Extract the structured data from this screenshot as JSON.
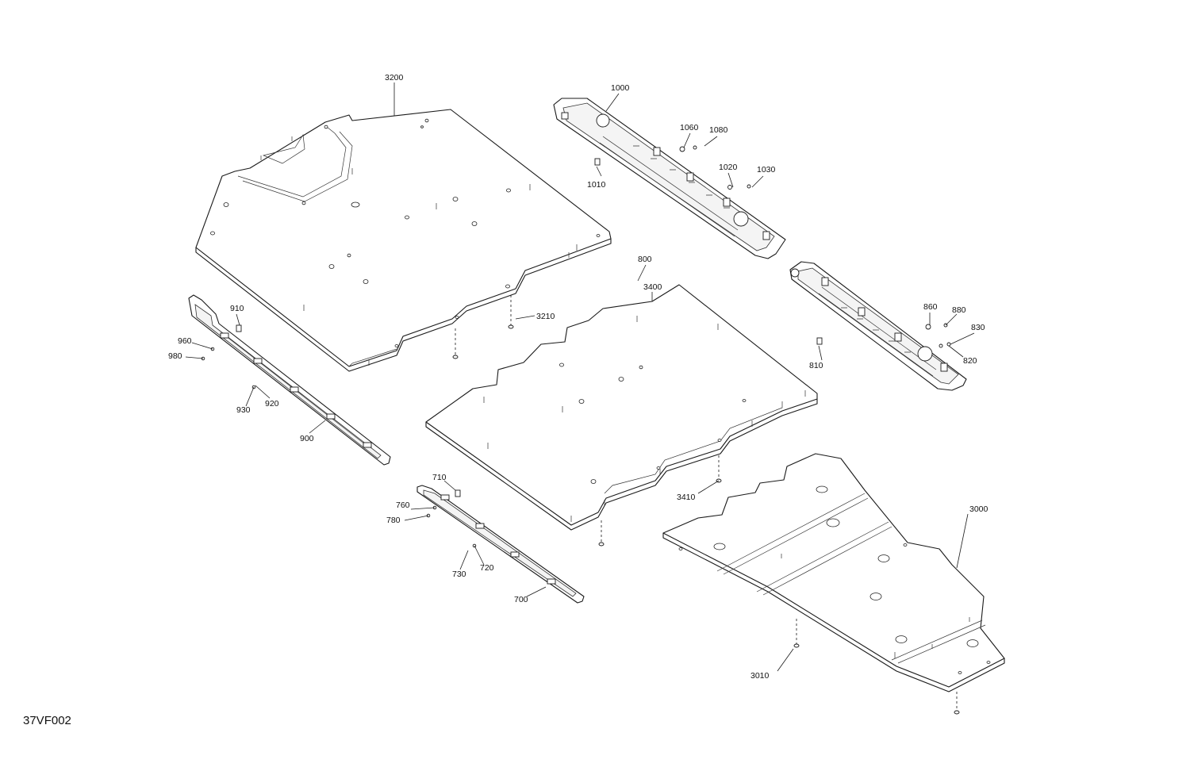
{
  "figure_code": "37VF002",
  "callouts": {
    "c3200": "3200",
    "c3210": "3210",
    "c3400": "3400",
    "c3410": "3410",
    "c3000": "3000",
    "c3010": "3010",
    "c1000": "1000",
    "c1010": "1010",
    "c1020": "1020",
    "c1030": "1030",
    "c1060": "1060",
    "c1080": "1080",
    "c800": "800",
    "c810": "810",
    "c820": "820",
    "c830": "830",
    "c860": "860",
    "c880": "880",
    "c900": "900",
    "c910": "910",
    "c920": "920",
    "c930": "930",
    "c960": "960",
    "c980": "980",
    "c700": "700",
    "c710": "710",
    "c720": "720",
    "c730": "730",
    "c760": "760",
    "c780": "780"
  }
}
